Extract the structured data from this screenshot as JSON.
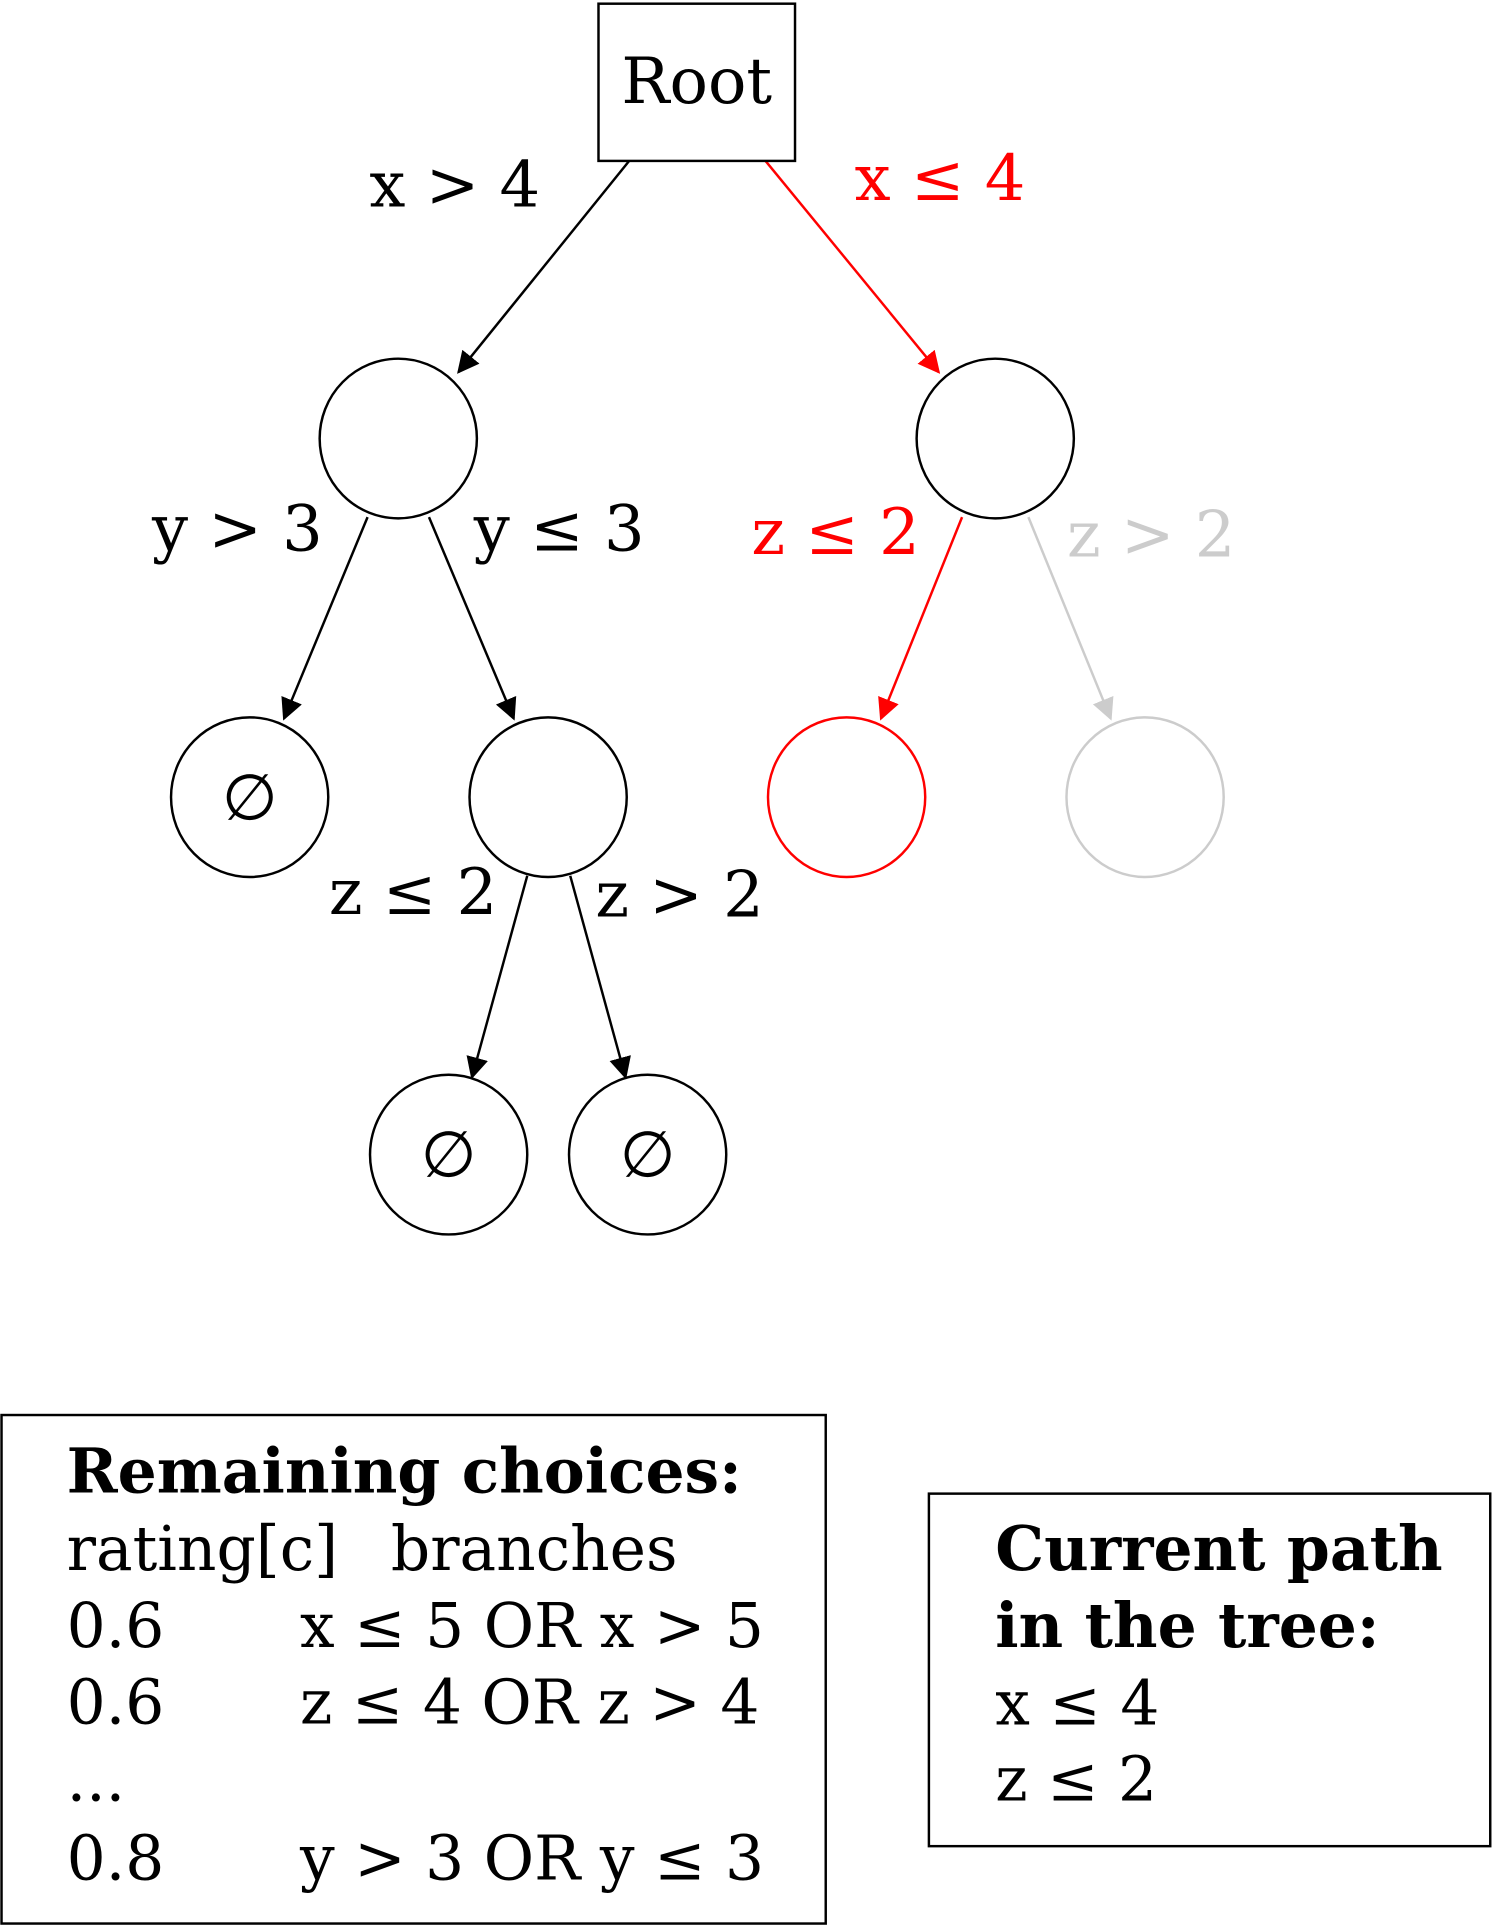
{
  "colors": {
    "default": "#000000",
    "active": "#ff0000",
    "inactive": "#cccccc"
  },
  "tree": {
    "nodes": [
      {
        "id": "root",
        "label": "Root",
        "shape": "box",
        "state": "default"
      },
      {
        "id": "n1",
        "label": "",
        "shape": "circle",
        "state": "default"
      },
      {
        "id": "n2",
        "label": "",
        "shape": "circle",
        "state": "default"
      },
      {
        "id": "n3",
        "label": "∅",
        "shape": "circle",
        "state": "default"
      },
      {
        "id": "n4",
        "label": "",
        "shape": "circle",
        "state": "default"
      },
      {
        "id": "n5",
        "label": "",
        "shape": "circle",
        "state": "active"
      },
      {
        "id": "n6",
        "label": "",
        "shape": "circle",
        "state": "inactive"
      },
      {
        "id": "n7",
        "label": "∅",
        "shape": "circle",
        "state": "default"
      },
      {
        "id": "n8",
        "label": "∅",
        "shape": "circle",
        "state": "default"
      }
    ],
    "edges": [
      {
        "from": "root",
        "to": "n1",
        "label": "x > 4",
        "state": "default"
      },
      {
        "from": "root",
        "to": "n2",
        "label": "x ≤ 4",
        "state": "active"
      },
      {
        "from": "n1",
        "to": "n3",
        "label": "y > 3",
        "state": "default"
      },
      {
        "from": "n1",
        "to": "n4",
        "label": "y ≤ 3",
        "state": "default"
      },
      {
        "from": "n2",
        "to": "n5",
        "label": "z ≤ 2",
        "state": "active"
      },
      {
        "from": "n2",
        "to": "n6",
        "label": "z > 2",
        "state": "inactive"
      },
      {
        "from": "n4",
        "to": "n7",
        "label": "z ≤ 2",
        "state": "default"
      },
      {
        "from": "n4",
        "to": "n8",
        "label": "z > 2",
        "state": "default"
      }
    ]
  },
  "remaining_choices": {
    "title": "Remaining choices:",
    "header": {
      "rating": "rating[c]",
      "branches": "branches"
    },
    "rows": [
      {
        "rating": "0.6",
        "branches": "x ≤ 5 OR x > 5"
      },
      {
        "rating": "0.6",
        "branches": "z ≤ 4 OR z > 4"
      },
      {
        "rating": "...",
        "branches": ""
      },
      {
        "rating": "0.8",
        "branches": "y > 3 OR y ≤ 3"
      }
    ]
  },
  "current_path": {
    "title_line1": "Current path",
    "title_line2": "in the tree:",
    "steps": [
      "x ≤ 4",
      "z ≤ 2"
    ]
  }
}
